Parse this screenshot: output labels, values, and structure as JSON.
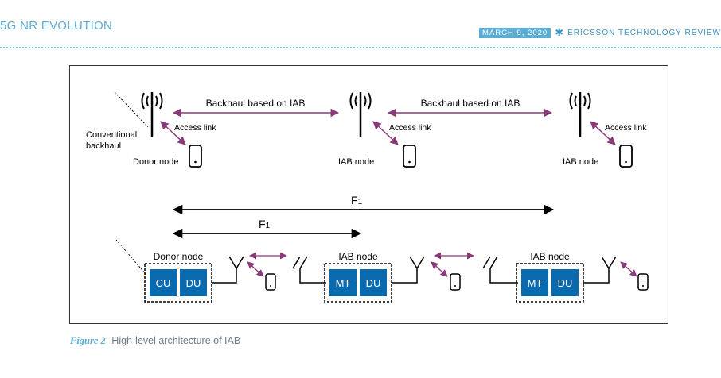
{
  "header": {
    "left_title": "5G NR EVOLUTION",
    "date": "MARCH 9, 2020",
    "publication": "ERICSSON TECHNOLOGY REVIEW"
  },
  "diagram": {
    "top": {
      "backhaul_label": "Backhaul based on IAB",
      "access_label": "Access link",
      "conventional_label_1": "Conventional",
      "conventional_label_2": "backhaul",
      "donor_node": "Donor node",
      "iab_node": "IAB node"
    },
    "f1": {
      "label": "F",
      "subscript": "1"
    },
    "bottom": {
      "donor_node": "Donor node",
      "iab_node": "IAB node",
      "cu": "CU",
      "du": "DU",
      "mt": "MT"
    }
  },
  "caption": {
    "figure": "Figure 2",
    "title": "High-level architecture of IAB"
  },
  "colors": {
    "link": "#8a3a78",
    "unit_fill": "#0a6ab0",
    "accent": "#5aaed6"
  }
}
